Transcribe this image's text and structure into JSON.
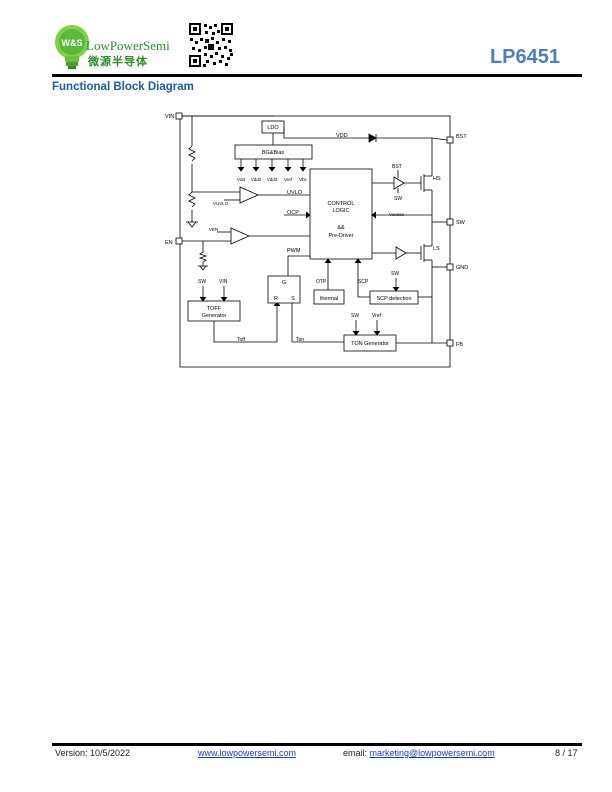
{
  "header": {
    "logo_emblem": "W&S",
    "logo_name": "LowPowerSemi",
    "logo_cn": "微源半导体",
    "part_number": "LP6451",
    "section_title": "Functional Block Diagram"
  },
  "diagram": {
    "pins": {
      "vin": "VIN",
      "en": "EN",
      "bst": "BST",
      "sw": "SW",
      "gnd": "GND",
      "fb": "FB"
    },
    "blocks": {
      "ldo": "LDO",
      "bg_bias": "BG&Bias",
      "control_line1": "CONTROL",
      "control_line2": "LOGIC",
      "control_line3": "&&",
      "control_line4": "Pre-Driver",
      "toff_line1": "TOFF",
      "toff_line2": "Generator",
      "thermal": "thermal",
      "scp_detection": "SCP detection",
      "ton_generator": "TON Generator",
      "latch_g": "G",
      "latch_r": "R",
      "latch_s": "S"
    },
    "signals": {
      "vdd": "VDD",
      "uvlo": "UVLO",
      "ocp": "OCP",
      "pwm": "PWM",
      "otp": "OTP",
      "scp": "SCP",
      "toff": "Toff",
      "ton": "Ton",
      "hs": "HS",
      "ls": "LS",
      "bst_small": "BST",
      "sw_small_top": "SW",
      "vsense": "Vsense",
      "sw_toff": "SW",
      "vin_toff": "VIN",
      "sw_scp": "SW",
      "sw_ton": "SW",
      "vref_ton": "Vref",
      "vuvlo": "VUVLO",
      "ven": "VEN"
    },
    "bias_outputs": [
      "Vdd",
      "Vdd2",
      "Vdd3",
      "Vref",
      "Vbc"
    ]
  },
  "footer": {
    "version": "Version: 10/5/2022",
    "website": "www.lowpowersemi.com",
    "email_label": "email: ",
    "email": "marketing@lowpowersemi.com",
    "page": "8 / 17"
  }
}
